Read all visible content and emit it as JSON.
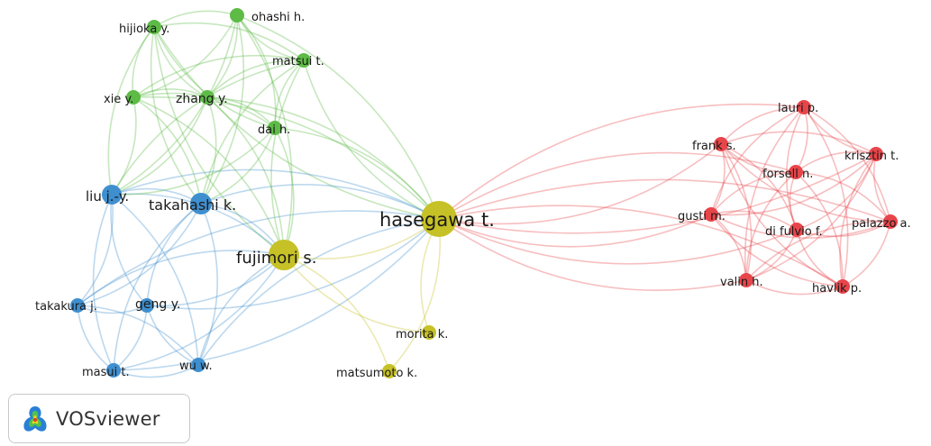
{
  "colors": {
    "green": "#5dbb46",
    "blue": "#3f8fcf",
    "yellow": "#c6c126",
    "red": "#e8454a"
  },
  "nodes": [
    {
      "id": "ohashi",
      "label": "ohashi h.",
      "cluster": "green"
    },
    {
      "id": "hijioka",
      "label": "hijioka y.",
      "cluster": "green"
    },
    {
      "id": "matsui",
      "label": "matsui t.",
      "cluster": "green"
    },
    {
      "id": "xie",
      "label": "xie y.",
      "cluster": "green"
    },
    {
      "id": "zhang",
      "label": "zhang y.",
      "cluster": "green"
    },
    {
      "id": "dai",
      "label": "dai h.",
      "cluster": "green"
    },
    {
      "id": "liu",
      "label": "liu j.-y.",
      "cluster": "blue"
    },
    {
      "id": "takahashi",
      "label": "takahashi k.",
      "cluster": "blue"
    },
    {
      "id": "takakura",
      "label": "takakura j.",
      "cluster": "blue"
    },
    {
      "id": "geng",
      "label": "geng y.",
      "cluster": "blue"
    },
    {
      "id": "masui",
      "label": "masui t.",
      "cluster": "blue"
    },
    {
      "id": "wu",
      "label": "wu w.",
      "cluster": "blue"
    },
    {
      "id": "hasegawa",
      "label": "hasegawa t.",
      "cluster": "yellow"
    },
    {
      "id": "fujimori",
      "label": "fujimori s.",
      "cluster": "yellow"
    },
    {
      "id": "morita",
      "label": "morita k.",
      "cluster": "yellow"
    },
    {
      "id": "matsumoto",
      "label": "matsumoto k.",
      "cluster": "yellow"
    },
    {
      "id": "lauri",
      "label": "lauri p.",
      "cluster": "red"
    },
    {
      "id": "frank",
      "label": "frank s.",
      "cluster": "red"
    },
    {
      "id": "krisztin",
      "label": "krisztin t.",
      "cluster": "red"
    },
    {
      "id": "forsell",
      "label": "forsell n.",
      "cluster": "red"
    },
    {
      "id": "gusti",
      "label": "gusti m.",
      "cluster": "red"
    },
    {
      "id": "difulvio",
      "label": "di fulvio f.",
      "cluster": "red"
    },
    {
      "id": "palazzo",
      "label": "palazzo a.",
      "cluster": "red"
    },
    {
      "id": "valin",
      "label": "valin h.",
      "cluster": "red"
    },
    {
      "id": "havlik",
      "label": "havlik p.",
      "cluster": "red"
    }
  ],
  "badge": {
    "name": "VOSviewer",
    "logo_icon": "vosviewer-logo-icon"
  }
}
